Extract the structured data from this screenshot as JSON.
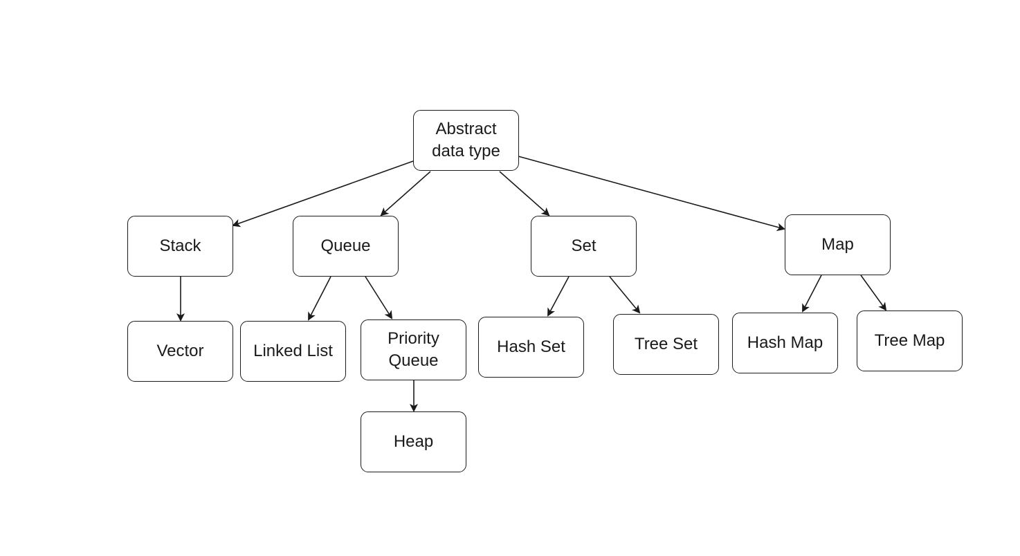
{
  "nodes": {
    "abstract_data_type": "Abstract\ndata type",
    "stack": "Stack",
    "queue": "Queue",
    "set": "Set",
    "map": "Map",
    "vector": "Vector",
    "linked_list": "Linked List",
    "priority_queue": "Priority\nQueue",
    "hash_set": "Hash Set",
    "tree_set": "Tree Set",
    "hash_map": "Hash Map",
    "tree_map": "Tree Map",
    "heap": "Heap"
  },
  "edges": [
    {
      "from": "abstract_data_type",
      "to": "stack"
    },
    {
      "from": "abstract_data_type",
      "to": "queue"
    },
    {
      "from": "abstract_data_type",
      "to": "set"
    },
    {
      "from": "abstract_data_type",
      "to": "map"
    },
    {
      "from": "stack",
      "to": "vector"
    },
    {
      "from": "queue",
      "to": "linked_list"
    },
    {
      "from": "queue",
      "to": "priority_queue"
    },
    {
      "from": "priority_queue",
      "to": "heap"
    },
    {
      "from": "set",
      "to": "hash_set"
    },
    {
      "from": "set",
      "to": "tree_set"
    },
    {
      "from": "map",
      "to": "hash_map"
    },
    {
      "from": "map",
      "to": "tree_map"
    }
  ],
  "colors": {
    "stroke": "#1a1a1a",
    "fill": "#ffffff"
  }
}
